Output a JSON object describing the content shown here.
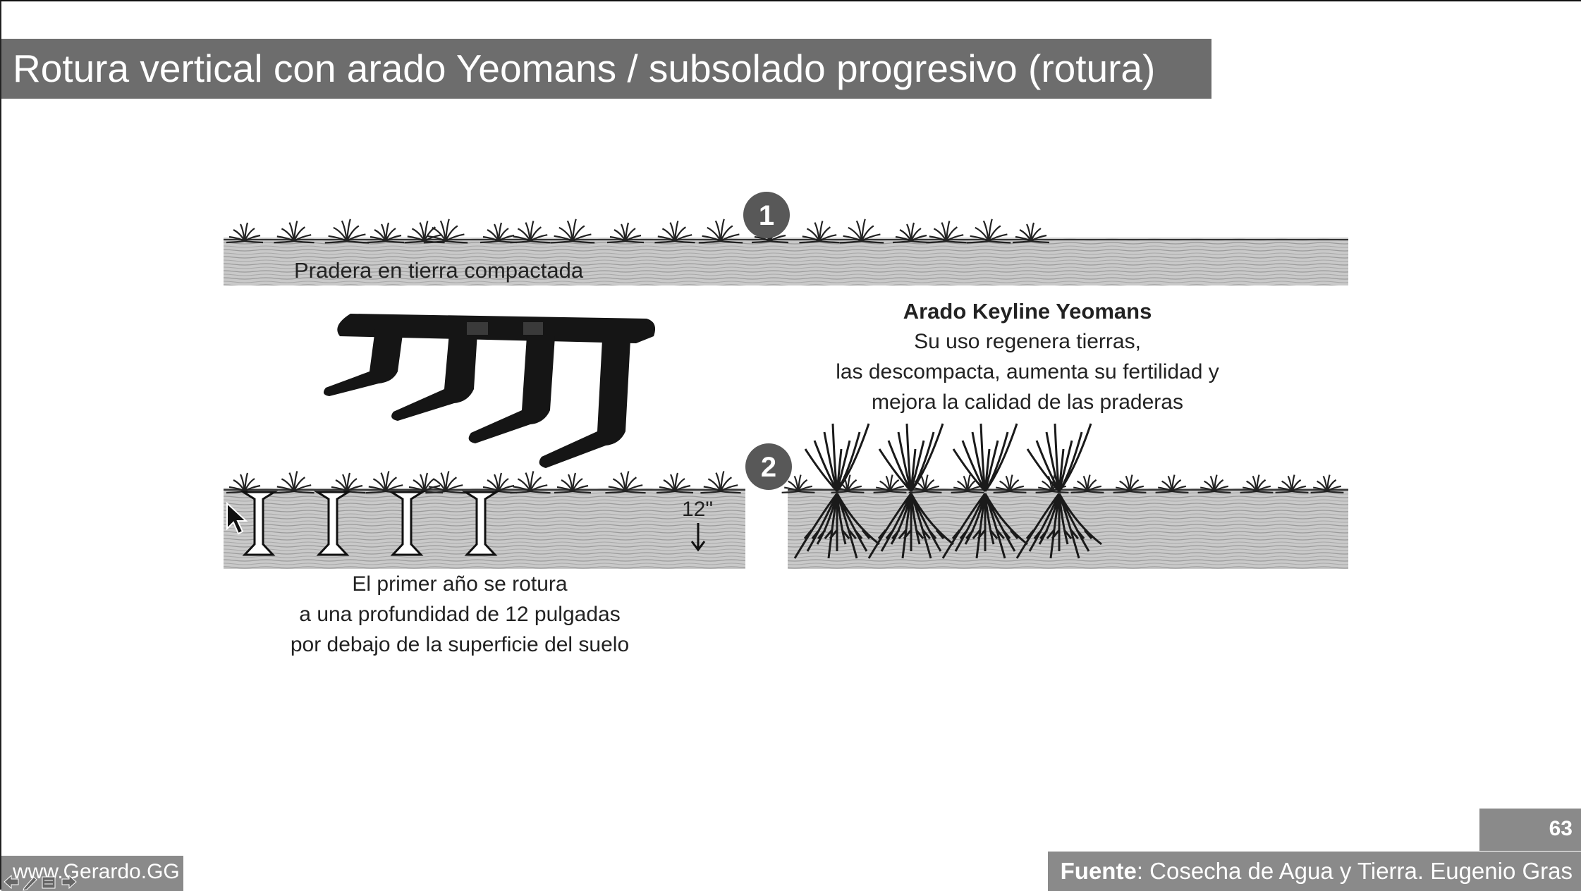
{
  "slide": {
    "title": "Rotura vertical con arado Yeomans / subsolado progresivo (rotura)",
    "page_number": "63",
    "website": "www.Gerardo.GG",
    "source_label": "Fuente",
    "source_text": ": Cosecha de Agua y Tierra. Eugenio Gras"
  },
  "diagram": {
    "step1_badge": "1",
    "step2_badge": "2",
    "compacted_label": "Pradera en tierra compactada",
    "plow_title": "Arado Keyline Yeomans",
    "plow_desc": [
      "Su uso regenera tierras,",
      "las descompacta, aumenta su fertilidad y",
      "mejora la calidad de las praderas"
    ],
    "depth_label": "12\"",
    "first_year_text": [
      "El primer año se rotura",
      "a una profundidad de 12 pulgadas",
      "por debajo de la superficie del suelo"
    ]
  },
  "colors": {
    "title_bar": "#6d6d6d",
    "footer_bar": "#8a8a8a",
    "soil": "#c4c4c4",
    "ink": "#1a1a1a"
  },
  "icons": {
    "cursor": "mouse-pointer-icon",
    "nav": [
      "nav-back-icon",
      "pen-icon",
      "menu-icon",
      "nav-forward-icon"
    ]
  }
}
